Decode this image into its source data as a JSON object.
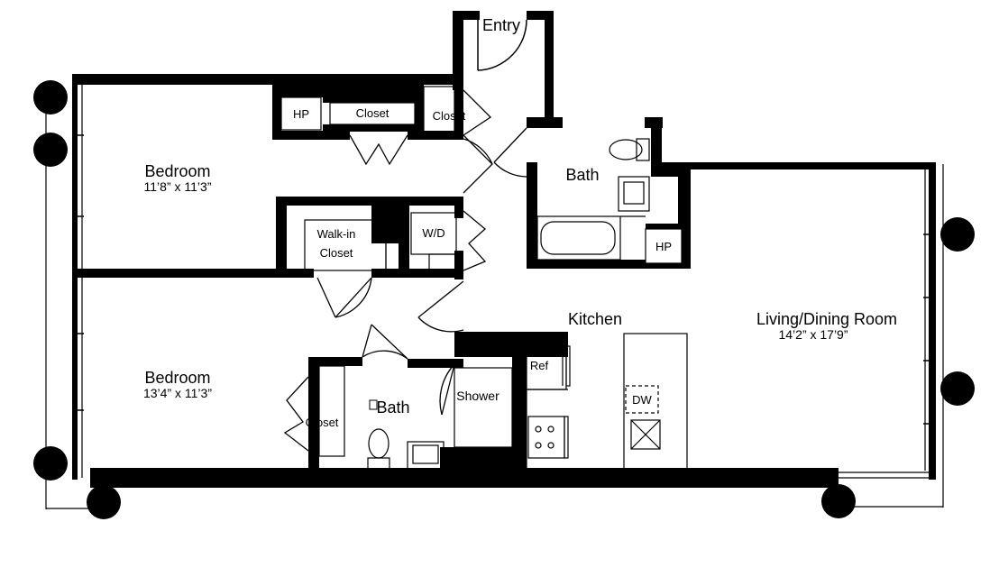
{
  "plan": {
    "entry": "Entry",
    "bedroom1": {
      "name": "Bedroom",
      "dims": "11’8” x 11’3”"
    },
    "bedroom2": {
      "name": "Bedroom",
      "dims": "13’4” x 11’3”"
    },
    "living": {
      "name": "Living/Dining Room",
      "dims": "14’2” x 17’9”"
    },
    "kitchen": "Kitchen",
    "bath1": "Bath",
    "bath2": "Bath",
    "shower": "Shower",
    "walkin_line1": "Walk-in",
    "walkin_line2": "Closet",
    "closet_bed1": "Closet",
    "closet_hall": "Closet",
    "closet_bed2": "Closet",
    "hp1": "HP",
    "hp2": "HP",
    "wd": "W/D",
    "ref": "Ref",
    "dw": "DW"
  }
}
